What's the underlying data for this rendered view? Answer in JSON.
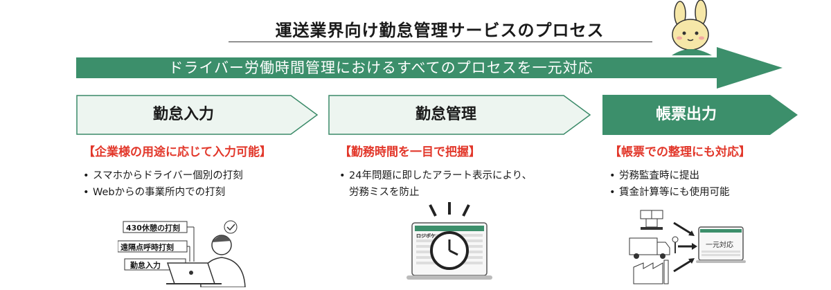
{
  "title": "運送業界向け勤怠管理サービスのプロセス",
  "banner": "ドライバー労働時間管理におけるすべてのプロセスを一元対応",
  "steps": [
    {
      "label": "勤怠入力",
      "fill": "#edf5f0",
      "stroke": "#3a8a68",
      "text_color": "#1a1a1a"
    },
    {
      "label": "勤怠管理",
      "fill": "#edf5f0",
      "stroke": "#3a8a68",
      "text_color": "#1a1a1a"
    },
    {
      "label": "帳票出力",
      "fill": "#3c8f6b",
      "stroke": "#3c8f6b",
      "text_color": "#ffffff"
    }
  ],
  "columns": [
    {
      "heading": "【企業様の用途に応じて入力可能】",
      "items": [
        "スマホからドライバー個別の打刻",
        "Webからの事業所内での打刻"
      ]
    },
    {
      "heading": "【勤務時間を一目で把握】",
      "items": [
        "24年問題に即したアラート表示により、",
        "労務ミスを防止"
      ]
    },
    {
      "heading": "【帳票での整理にも対応】",
      "items": [
        "労務監査時に提出",
        "賃金計算等にも使用可能"
      ]
    }
  ],
  "illustration1": {
    "labels": [
      "430休憩の打刻",
      "遠隔点呼時打刻",
      "勤怠入力"
    ]
  },
  "illustration2": {
    "app_logo": "ロジポケ"
  },
  "illustration3": {
    "screen_text": "一元対応"
  },
  "colors": {
    "accent_green": "#3c8f6b",
    "heading_red": "#e2372a",
    "light_green": "#edf5f0"
  }
}
